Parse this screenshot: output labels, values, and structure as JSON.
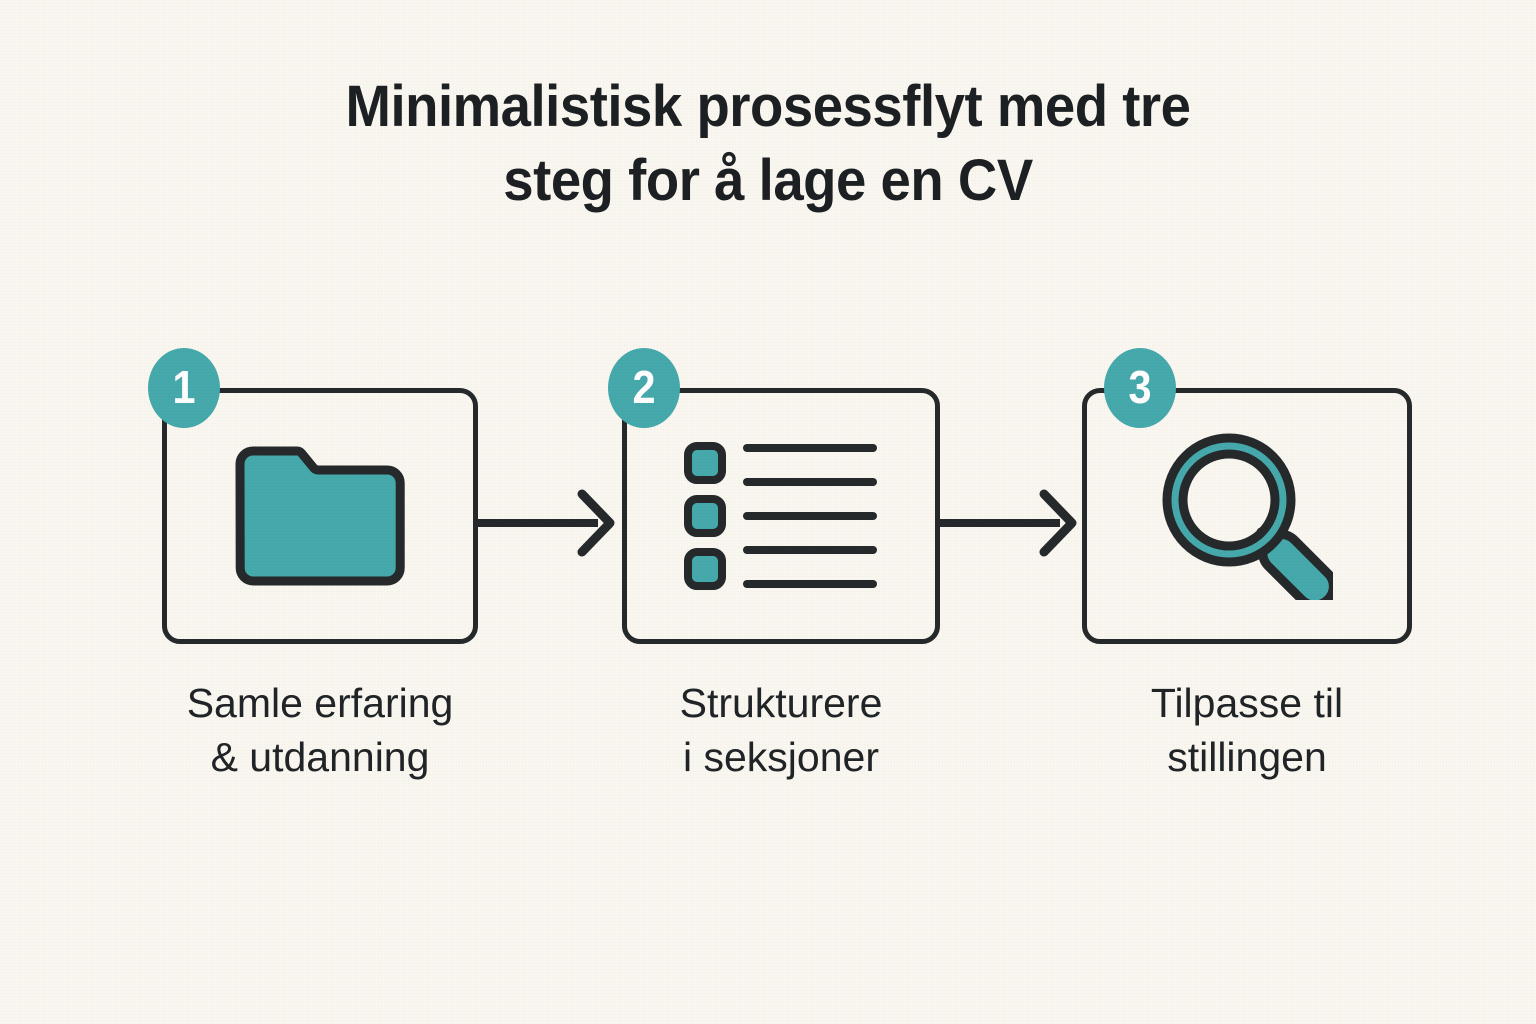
{
  "page": {
    "background_color": "#faf7f1",
    "ink_color": "#25292b",
    "accent_color": "#46a9ac"
  },
  "title": {
    "line1": "Minimalistisk prosessflyt med tre",
    "line2": "steg for å lage en CV",
    "color": "#1c2022"
  },
  "diagram": {
    "type": "process-flow",
    "direction": "left-to-right",
    "step_count": 3,
    "connector_icon": "arrow-right-icon",
    "steps": [
      {
        "number": "1",
        "icon": "folder-icon",
        "caption_line1": "Samle erfaring",
        "caption_line2": "& utdanning"
      },
      {
        "number": "2",
        "icon": "checklist-icon",
        "caption_line1": "Strukturere",
        "caption_line2": "i seksjoner"
      },
      {
        "number": "3",
        "icon": "magnifier-icon",
        "caption_line1": "Tilpasse til",
        "caption_line2": "stillingen"
      }
    ]
  }
}
